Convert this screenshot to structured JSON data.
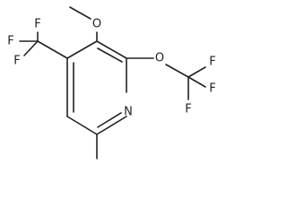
{
  "molecule": {
    "atoms": {
      "methoxy_oxygen": "O",
      "ocf3_oxygen": "O",
      "ring_nitrogen": "N",
      "cf3_fluorine_left_top": "F",
      "cf3_fluorine_left_bottom": "F",
      "cf3_fluorine_top": "F",
      "ocf3_fluorine_top": "F",
      "ocf3_fluorine_right": "F",
      "ocf3_fluorine_bottom": "F"
    },
    "colors": {
      "ink": "#222222",
      "background": "#ffffff"
    }
  }
}
